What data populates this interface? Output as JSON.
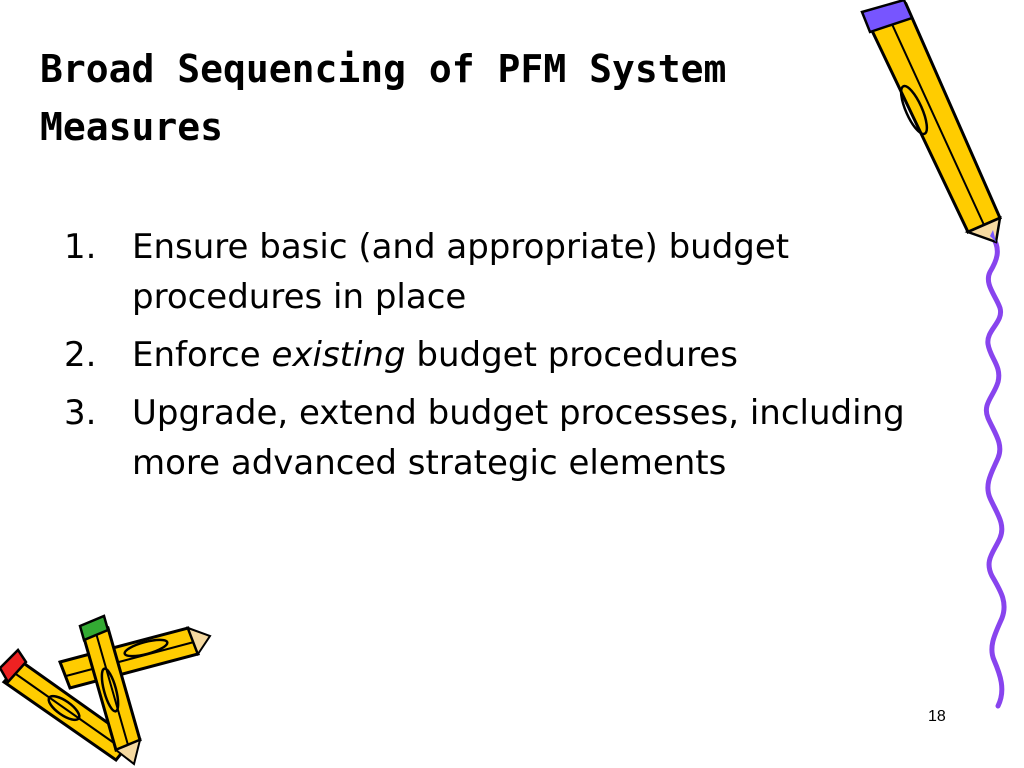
{
  "slide": {
    "title_line1": "Broad Sequencing of PFM System",
    "title_line2": "Measures",
    "items": [
      {
        "number": "1.",
        "text": "Ensure basic (and appropriate) budget procedures in place"
      },
      {
        "number": "2.",
        "pre": "Enforce ",
        "em": "existing",
        "post": " budget procedures"
      },
      {
        "number": "3.",
        "text": "Upgrade, extend budget processes, including more advanced strategic elements"
      }
    ],
    "page_number": "18"
  },
  "colors": {
    "pencil_body": "#ffcc00",
    "pencil_outline": "#000000",
    "eraser_purple": "#7755ff",
    "eraser_red": "#ee2222",
    "eraser_green": "#33aa33",
    "squiggle": "#8844ee"
  },
  "icons": [
    "pencil-top-right-icon",
    "pencil-squiggle-line",
    "pencils-bottom-left-icon"
  ]
}
